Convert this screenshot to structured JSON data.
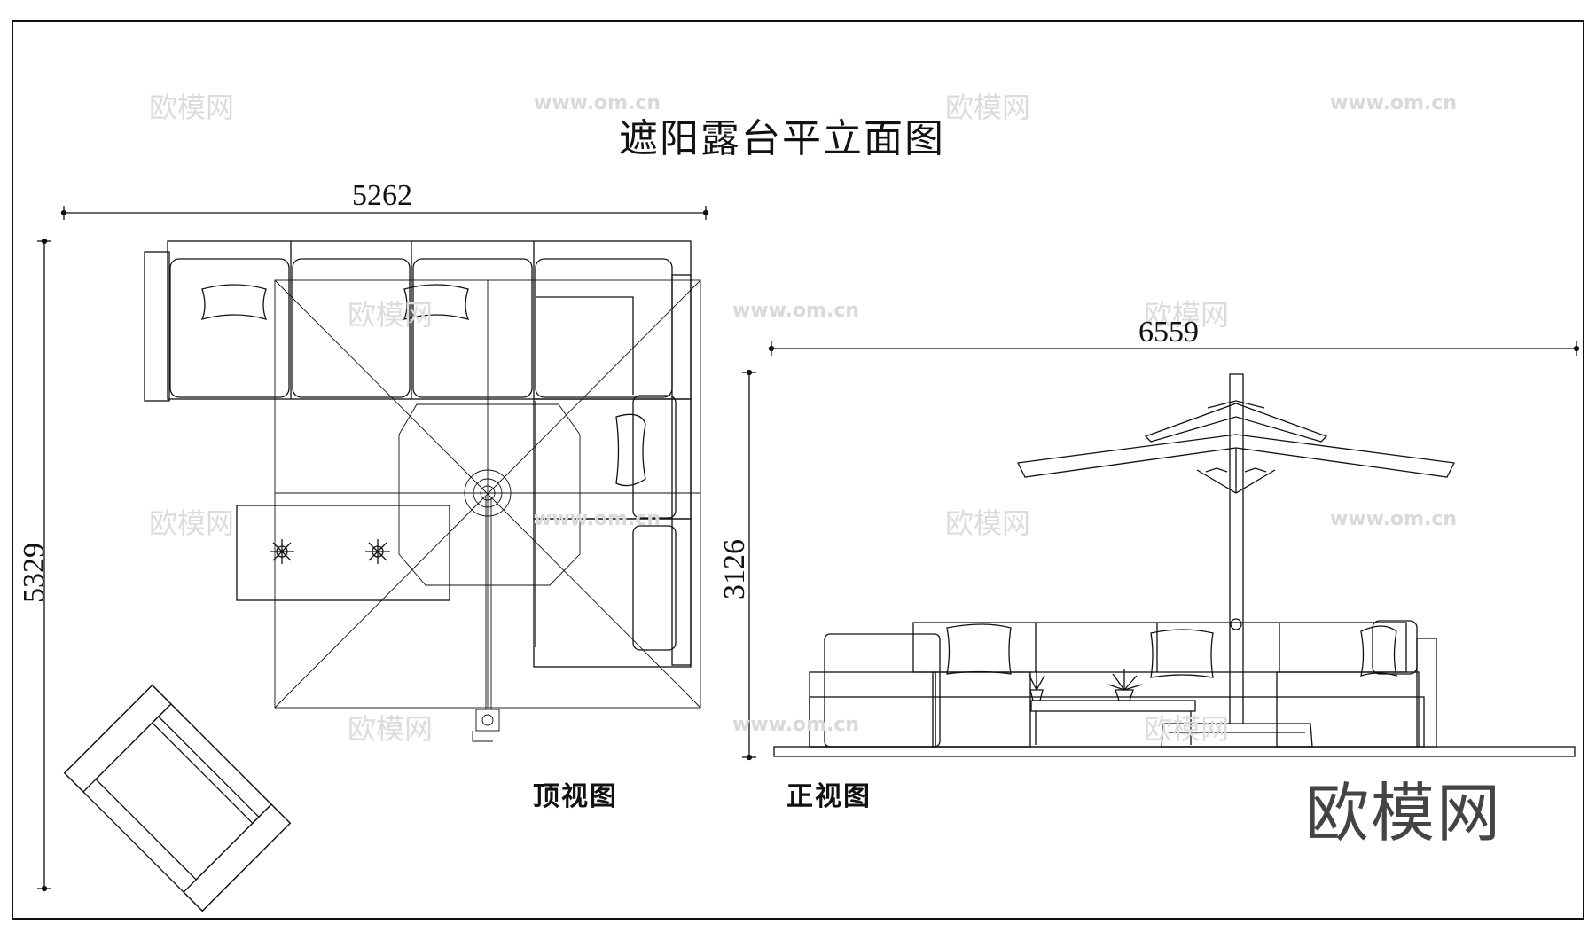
{
  "title": "遮阳露台平立面图",
  "dimensions": {
    "top_width": "5262",
    "top_depth": "5329",
    "front_width": "6559",
    "front_height": "3126"
  },
  "captions": {
    "top_view": "顶视图",
    "front_view": "正视图"
  },
  "brand": "欧模网",
  "watermarks": {
    "cn": "欧模网",
    "url": "www.om.cn"
  },
  "colors": {
    "line": "#111111",
    "frame": "#222222",
    "watermark": "#d9d9d9"
  }
}
